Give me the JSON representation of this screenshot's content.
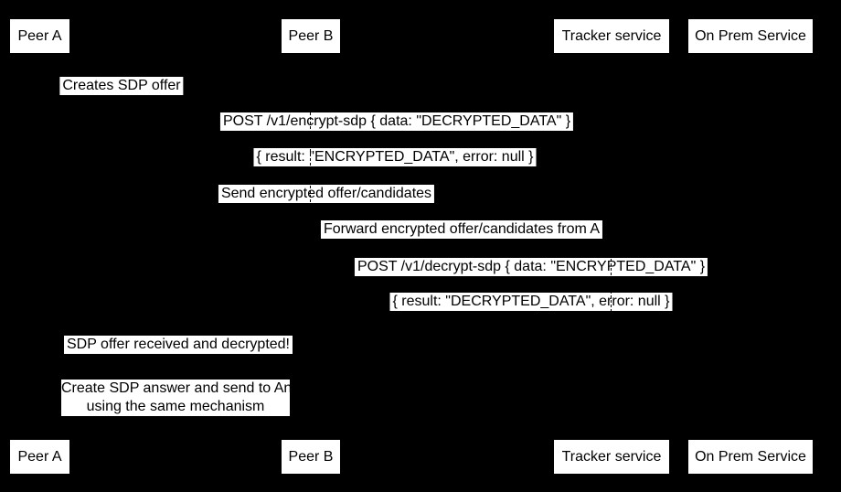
{
  "diagram": {
    "type": "sequence-diagram",
    "colors": {
      "background": "#000000",
      "box_fill": "#ffffff",
      "text": "#000000",
      "lifeline": "#000000"
    },
    "actors": [
      {
        "id": "peer-a",
        "label": "Peer A"
      },
      {
        "id": "peer-b",
        "label": "Peer B"
      },
      {
        "id": "tracker",
        "label": "Tracker service"
      },
      {
        "id": "onprem",
        "label": "On Prem Service"
      }
    ],
    "messages": [
      {
        "from": "peer-a",
        "to": "peer-a",
        "label": "Creates SDP offer"
      },
      {
        "from": "peer-a",
        "to": "onprem",
        "label": "POST /v1/encrypt-sdp { data: \"DECRYPTED_DATA\" }"
      },
      {
        "from": "onprem",
        "to": "peer-a",
        "label": "{ result: \"ENCRYPTED_DATA\", error: null }"
      },
      {
        "from": "peer-a",
        "to": "tracker",
        "label": "Send encrypted offer/candidates"
      },
      {
        "from": "tracker",
        "to": "peer-b",
        "label": "Forward encrypted offer/candidates from A"
      },
      {
        "from": "peer-b",
        "to": "onprem",
        "label": "POST /v1/decrypt-sdp { data: \"ENCRYPTED_DATA\" }"
      },
      {
        "from": "onprem",
        "to": "peer-b",
        "label": "{ result: \"DECRYPTED_DATA\", error: null }"
      },
      {
        "from": "peer-b",
        "to": "peer-a",
        "label": "SDP offer received and decrypted!"
      },
      {
        "from": "peer-b",
        "to": "peer-a",
        "lines": [
          "Create SDP answer and send to An",
          "using the same mechanism"
        ]
      }
    ]
  }
}
